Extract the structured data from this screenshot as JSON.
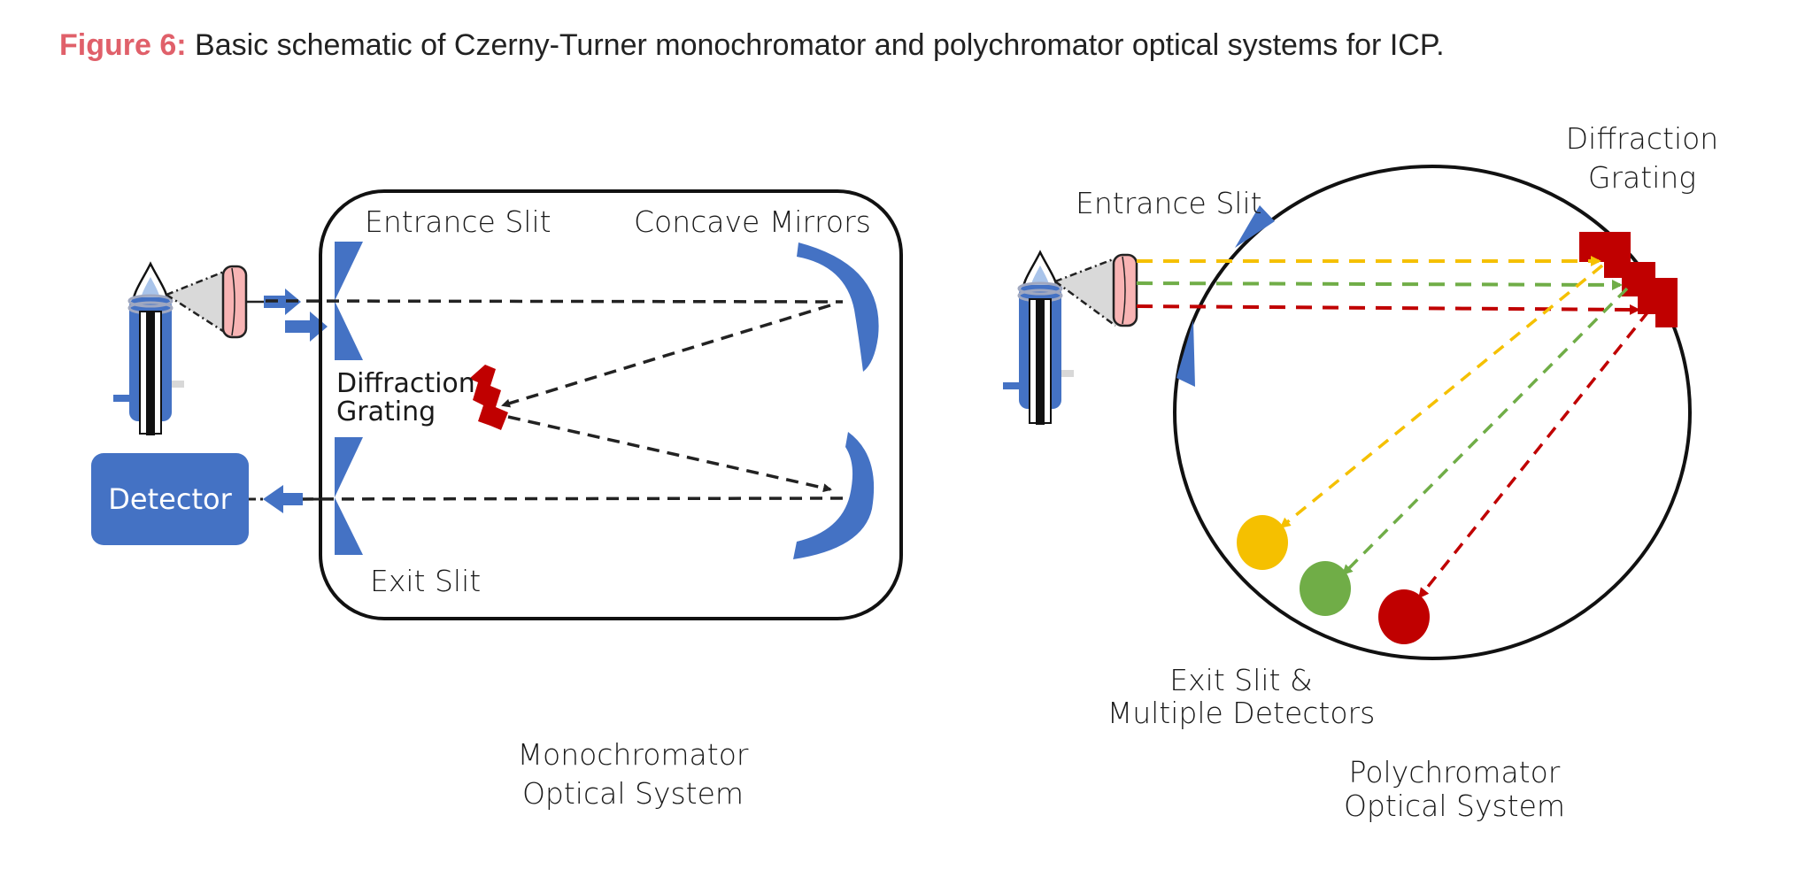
{
  "figure": {
    "label": "Figure 6:",
    "caption": " Basic schematic of Czerny-Turner monochromator and polychromator optical systems for ICP."
  },
  "monochromator": {
    "entrance_slit_label": "Entrance Slit",
    "concave_mirrors_label": "Concave Mirrors",
    "grating_label_line1": "Diffraction",
    "grating_label_line2": "Grating",
    "exit_slit_label": "Exit Slit",
    "detector_label": "Detector",
    "system_label_line1": "Monochromator",
    "system_label_line2": "Optical System"
  },
  "polychromator": {
    "entrance_slit_label": "Entrance Slit",
    "grating_label_line1": "Diffraction",
    "grating_label_line2": "Grating",
    "exit_label_line1": "Exit Slit &",
    "exit_label_line2": "Multiple Detectors",
    "system_label_line1": "Polychromator",
    "system_label_line2": "Optical System",
    "beams": [
      {
        "name": "yellow",
        "color": "#f5c000"
      },
      {
        "name": "green",
        "color": "#70ad47"
      },
      {
        "name": "red",
        "color": "#c00000"
      }
    ]
  },
  "colors": {
    "accent_blue": "#4472c4",
    "grating_red": "#c00000",
    "lens_pink": "#f8b4b4",
    "title_red": "#e0606a"
  }
}
